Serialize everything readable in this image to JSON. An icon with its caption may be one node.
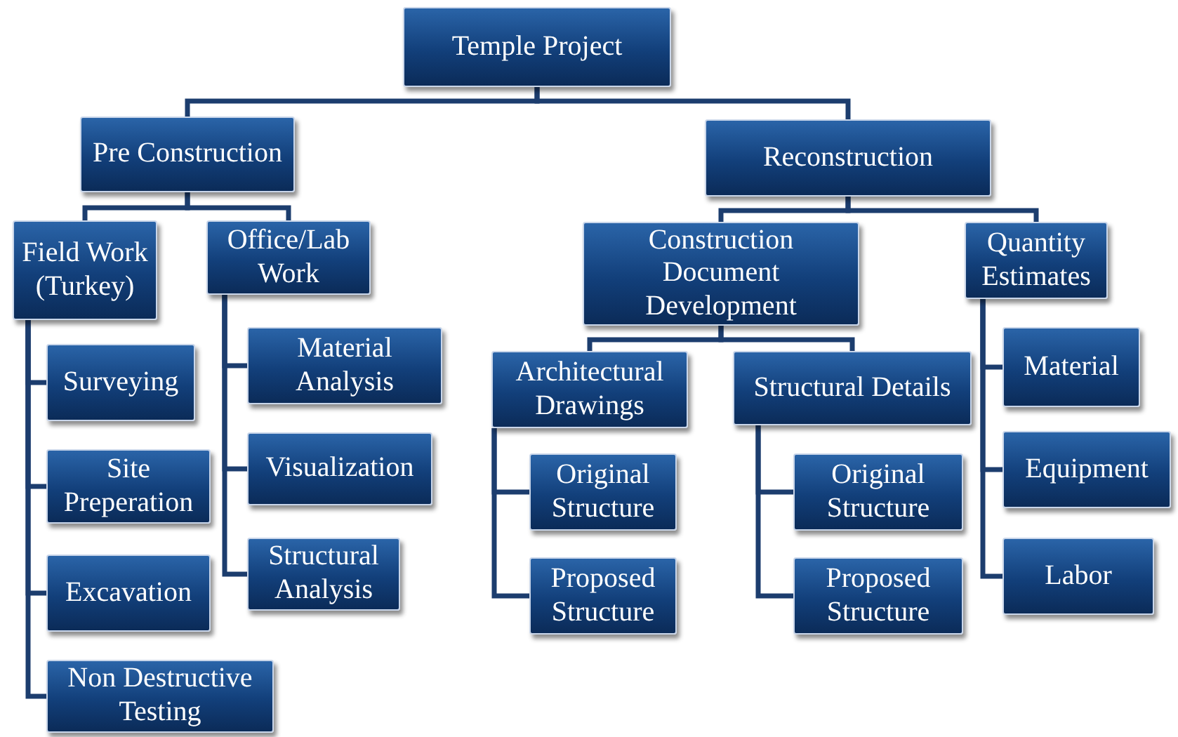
{
  "diagram": {
    "nodes": [
      {
        "text": [
          "Temple Project"
        ]
      },
      {
        "text": [
          "Pre Construction"
        ]
      },
      {
        "text": [
          "Reconstruction"
        ]
      },
      {
        "text": [
          "Field Work (Turkey)"
        ]
      },
      {
        "text": [
          "Office/Lab Work"
        ]
      },
      {
        "text": [
          "Construction Document Development"
        ]
      },
      {
        "text": [
          "Quantity Estimates"
        ]
      },
      {
        "text": [
          "Surveying"
        ]
      },
      {
        "text": [
          "Site Preperation"
        ]
      },
      {
        "text": [
          "Excavation"
        ]
      },
      {
        "text": [
          "Non Destructive Testing"
        ]
      },
      {
        "text": [
          "Material Analysis"
        ]
      },
      {
        "text": [
          "Visualization"
        ]
      },
      {
        "text": [
          "Structural Analysis"
        ]
      },
      {
        "text": [
          "Architectural Drawings"
        ]
      },
      {
        "text": [
          "Structural Details"
        ]
      },
      {
        "text": [
          "Original Structure"
        ]
      },
      {
        "text": [
          "Proposed Structure"
        ]
      },
      {
        "text": [
          "Original Structure"
        ]
      },
      {
        "text": [
          "Proposed Structure"
        ]
      },
      {
        "text": [
          "Material"
        ]
      },
      {
        "text": [
          "Equipment"
        ]
      },
      {
        "text": [
          "Labor"
        ]
      }
    ],
    "edges": [
      {
        "from": 0,
        "to": 1,
        "arrow": "none"
      },
      {
        "from": 0,
        "to": 2,
        "arrow": "none"
      },
      {
        "from": 1,
        "to": 3,
        "arrow": "none"
      },
      {
        "from": 1,
        "to": 4,
        "arrow": "none"
      },
      {
        "from": 2,
        "to": 5,
        "arrow": "none"
      },
      {
        "from": 2,
        "to": 6,
        "arrow": "none"
      },
      {
        "from": 3,
        "to": 7,
        "arrow": "none"
      },
      {
        "from": 3,
        "to": 8,
        "arrow": "none"
      },
      {
        "from": 3,
        "to": 9,
        "arrow": "none"
      },
      {
        "from": 3,
        "to": 10,
        "arrow": "none"
      },
      {
        "from": 4,
        "to": 11,
        "arrow": "none"
      },
      {
        "from": 4,
        "to": 12,
        "arrow": "none"
      },
      {
        "from": 4,
        "to": 13,
        "arrow": "none"
      },
      {
        "from": 5,
        "to": 14,
        "arrow": "none"
      },
      {
        "from": 5,
        "to": 15,
        "arrow": "none"
      },
      {
        "from": 14,
        "to": 16,
        "arrow": "none"
      },
      {
        "from": 14,
        "to": 17,
        "arrow": "none"
      },
      {
        "from": 15,
        "to": 18,
        "arrow": "none"
      },
      {
        "from": 15,
        "to": 19,
        "arrow": "none"
      },
      {
        "from": 6,
        "to": 20,
        "arrow": "none"
      },
      {
        "from": 6,
        "to": 21,
        "arrow": "none"
      },
      {
        "from": 6,
        "to": 22,
        "arrow": "none"
      }
    ]
  }
}
